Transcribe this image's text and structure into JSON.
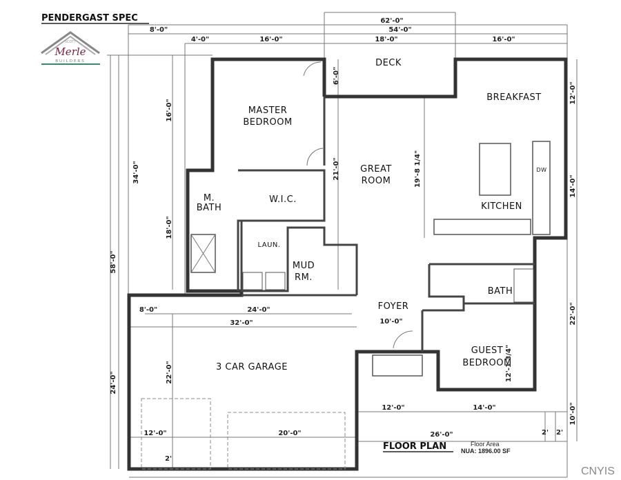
{
  "title": "PENDERGAST SPEC",
  "logo": {
    "top": "SCOTT",
    "name": "Merle",
    "bottom": "BUILDERS",
    "accent": "#2e8b6e",
    "name_color": "#7a1f3a"
  },
  "rooms": {
    "deck": "DECK",
    "breakfast": "BREAKFAST",
    "master_1": "MASTER",
    "master_2": "BEDROOM",
    "great_1": "GREAT",
    "great_2": "ROOM",
    "wic": "W.I.C.",
    "mbath_1": "M.",
    "mbath_2": "BATH",
    "kitchen": "KITCHEN",
    "laundry": "LAUN.",
    "mud_1": "MUD",
    "mud_2": "RM.",
    "bath": "BATH",
    "foyer": "FOYER",
    "guest_1": "GUEST",
    "guest_2": "BEDROOM",
    "garage": "3 CAR GARAGE",
    "dw": "DW"
  },
  "dimensions": {
    "overall_width": "62'-0\"",
    "top_8": "8'-0\"",
    "top_54": "54'-0\"",
    "top_4": "4'-0\"",
    "top_16a": "16'-0\"",
    "top_18": "18'-0\"",
    "top_16b": "16'-0\"",
    "left_58": "58'-0\"",
    "left_34": "34'-0\"",
    "left_16": "16'-0\"",
    "left_18": "18'-0\"",
    "left_24": "24'-0\"",
    "garage_22": "22'-0\"",
    "garage_8": "8'-0\"",
    "garage_24": "24'-0\"",
    "garage_32": "32'-0\"",
    "garage_12": "12'-0\"",
    "garage_20": "20'-0\"",
    "garage_2": "2'",
    "deck_6": "6'-0\"",
    "great_21": "21'-0\"",
    "great_19": "19'-8 1/4\"",
    "right_12": "12'-0\"",
    "right_14": "14'-0\"",
    "right_22": "22'-0\"",
    "right_10": "10'-0\"",
    "guest_12": "12'-1 3/4\"",
    "foyer_10": "10'-0\"",
    "bottom_12": "12'-0\"",
    "bottom_14": "14'-0\"",
    "bottom_26": "26'-0\"",
    "bottom_2a": "2'",
    "bottom_2b": "2'"
  },
  "footer": {
    "label": "FLOOR PLAN",
    "area_title": "Floor Area",
    "area_value": "NUA: 1896.00 SF"
  },
  "watermark": "CNYIS"
}
